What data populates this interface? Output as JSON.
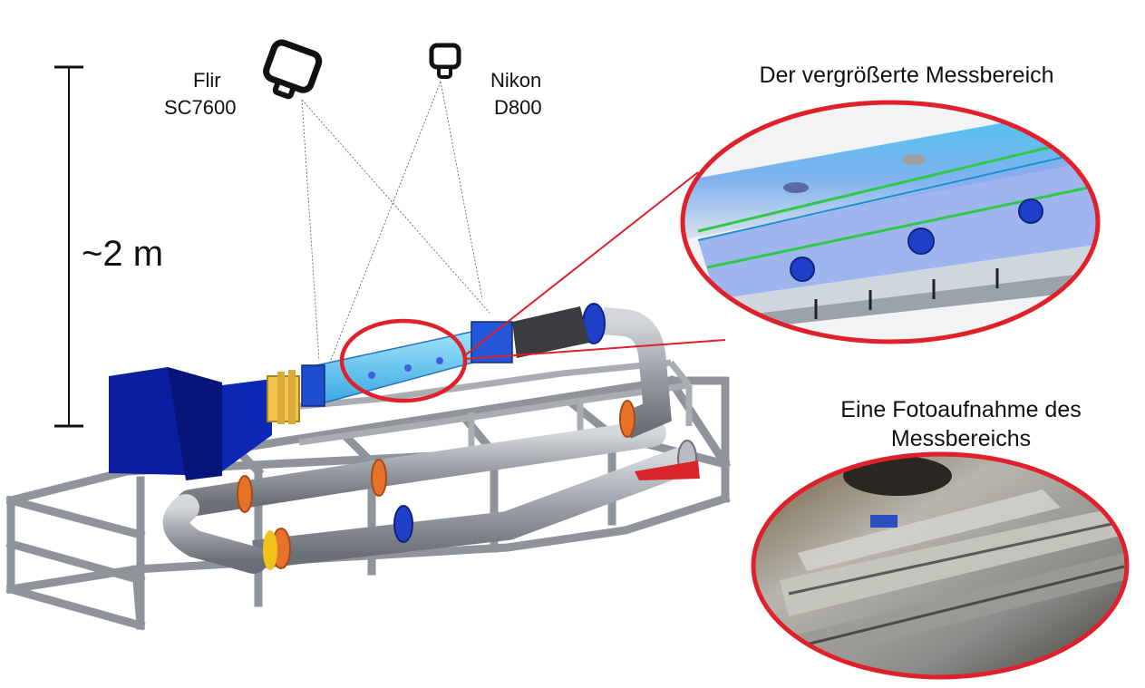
{
  "cameras": [
    {
      "line1": "Flir",
      "line2": "SC7600",
      "icon": "camera-icon"
    },
    {
      "line1": "Nikon",
      "line2": "D800",
      "icon": "camera-icon"
    }
  ],
  "scale": {
    "label": "~2 m"
  },
  "callouts": {
    "zoom_title": "Der vergrößerte Messbereich",
    "photo_title_line1": "Eine Fotoaufnahme des",
    "photo_title_line2": "Messbereichs"
  },
  "colors": {
    "highlight": "#e0202a",
    "frame": "#a8adb2",
    "fan": "#0a1e9e",
    "pipe": "#9aa0a6",
    "flange_orange": "#e8722a",
    "flange_blue": "#1f3fc9",
    "channel": "#5ec8f0"
  }
}
